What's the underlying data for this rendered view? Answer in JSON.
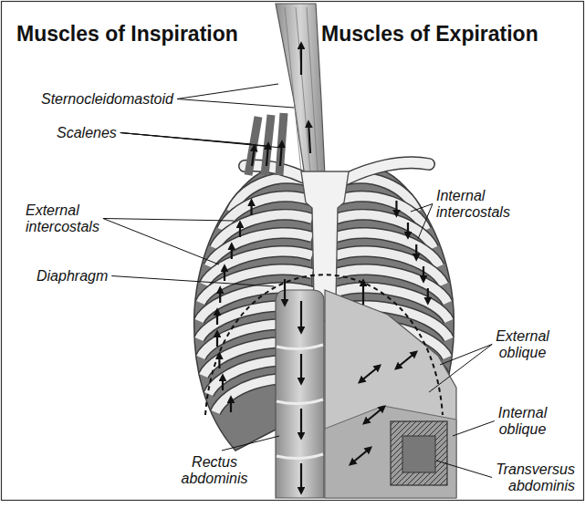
{
  "diagram": {
    "labels": [
      "Muscles of Inspiration",
      "Muscles of Expiration",
      "Sternocleidomastoid",
      "Scalenes",
      "External intercostals",
      "Diaphragm",
      "Internal intercostals",
      "External oblique",
      "Internal oblique",
      "Transversus abdominis",
      "Rectus abdominis"
    ]
  }
}
